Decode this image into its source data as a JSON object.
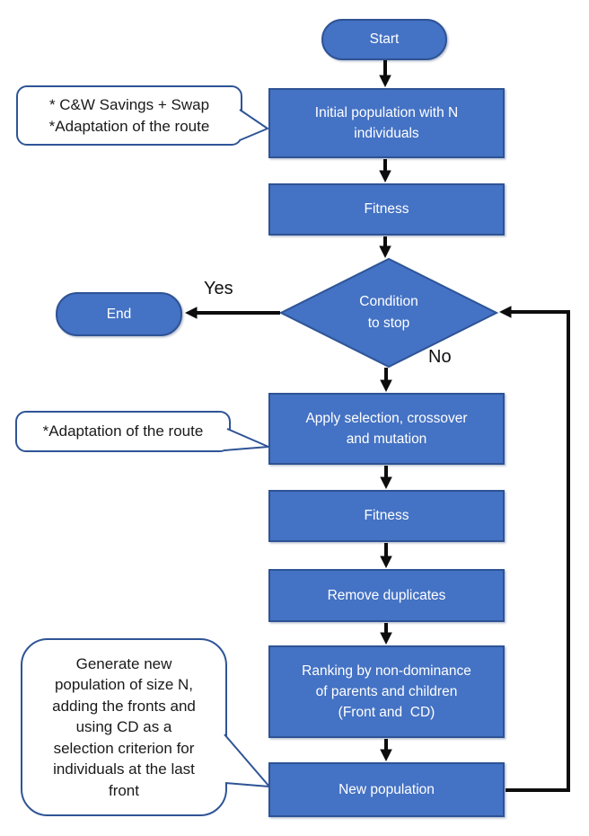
{
  "diagram": {
    "type": "flowchart",
    "colors": {
      "node_fill": "#4472C4",
      "node_border": "#2E5395",
      "callout_border": "#2F5496",
      "node_text": "#FFFFFF",
      "callout_text": "#1A1A1A",
      "arrow": "#0D0D0D"
    },
    "nodes": {
      "start": {
        "shape": "terminator",
        "label": "Start"
      },
      "initial_population": {
        "shape": "process",
        "lines": [
          "Initial population with N",
          "individuals"
        ]
      },
      "fitness_1": {
        "shape": "process",
        "label": "Fitness"
      },
      "condition": {
        "shape": "decision",
        "lines": [
          "Condition",
          "to stop"
        ]
      },
      "end": {
        "shape": "terminator",
        "label": "End"
      },
      "apply_operators": {
        "shape": "process",
        "lines": [
          "Apply selection, crossover",
          "and mutation"
        ]
      },
      "fitness_2": {
        "shape": "process",
        "label": "Fitness"
      },
      "remove_duplicates": {
        "shape": "process",
        "label": "Remove duplicates"
      },
      "ranking": {
        "shape": "process",
        "lines": [
          "Ranking by non-dominance",
          "of parents and children",
          "(Front and  CD)"
        ]
      },
      "new_population": {
        "shape": "process",
        "label": "New population"
      }
    },
    "edge_labels": {
      "yes": "Yes",
      "no": "No"
    },
    "callouts": {
      "c1": {
        "points_to": "initial_population",
        "lines": [
          "* C&W Savings + Swap",
          "*Adaptation of the route"
        ]
      },
      "c2": {
        "points_to": "apply_operators",
        "label": "*Adaptation of the route"
      },
      "c3": {
        "points_to": "new_population",
        "lines": [
          "Generate new",
          "population of size N,",
          "adding the fronts and",
          "using CD as a",
          "selection criterion for",
          "individuals at the last",
          "front"
        ]
      }
    }
  }
}
